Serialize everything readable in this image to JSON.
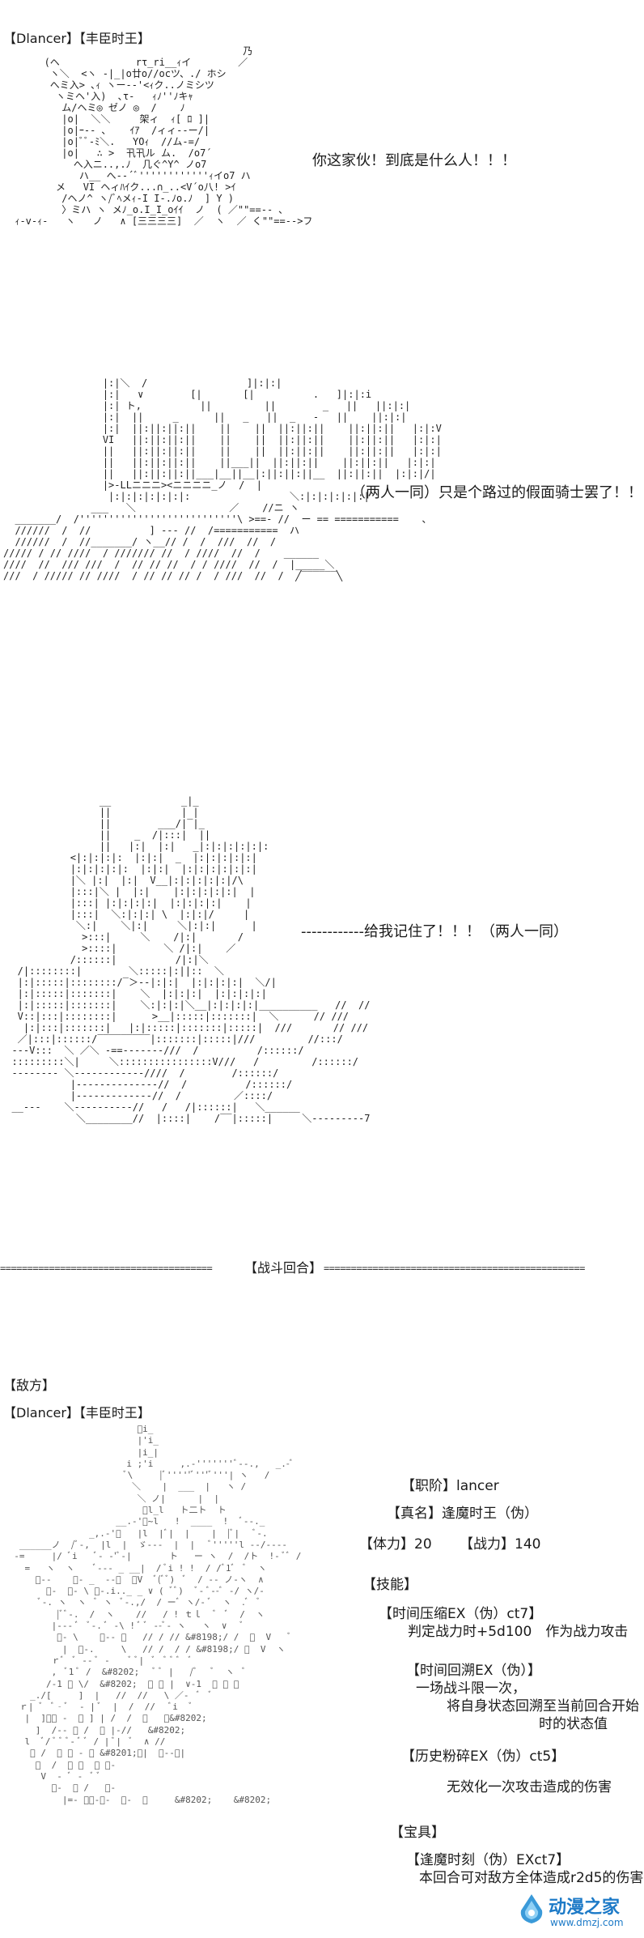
{
  "panel1": {
    "header": "【Dlancer】【丰臣时王】",
    "dialogue": "你这家伙！到底是什么人！！！"
  },
  "panel2": {
    "dialogue": "（两人一同）只是个路过的假面骑士罢了！！！"
  },
  "panel3": {
    "dialogue": "------------给我记住了！！！（两人一同）"
  },
  "battle_round": {
    "divider_left": "=======================================",
    "label": "【战斗回合】",
    "divider_right": "================================================"
  },
  "enemy_section": {
    "label": "【敌方】",
    "header": "【Dlancer】【丰臣时王】",
    "rank_label": "【职阶】lancer",
    "true_name_label": "【真名】逢魔时王（伪）",
    "hp_label": "【体力】20",
    "power_label": "【战力】140",
    "skills_label": "【技能】",
    "skill1_name": "【时间压缩EX（伪）ct7】",
    "skill1_desc": "判定战力时+5d100　作为战力攻击",
    "skill2_name": "【时间回溯EX（伪）】",
    "skill2_desc_1": "一场战斗限一次，",
    "skill2_desc_2": "将自身状态回溯至当前回合开始",
    "skill2_desc_3": "时的状态值",
    "skill3_name": "【历史粉碎EX（伪）ct5】",
    "skill3_desc": "无效化一次攻击造成的伤害",
    "np_label": "【宝具】",
    "np_name": "【逢魔时刻（伪）EXct7】",
    "np_desc": "本回合可对敌方全体造成r2d5的伤害"
  },
  "watermark": {
    "name": "动漫之家",
    "url": "www.dmzj.com",
    "brand_color": "#1d7ac7"
  },
  "art": {
    "aa1": "                                         乃\n       (ヘ             rτ_ri__ｨイ        ／\n        ヽ＼  <ヽ -|_|o廿o//ocツ、./ ホシ\n        へミ入> ､ｨ ヽー-‐'<ｨク..ノミシツ\n         ヽミヘ'入)  ､τ-   ｨﾉ''ﾉキｬ\n          ム/ヘミ◎ ゼノ ◎  /    ﾉ\n          |o|  ＼＼     架ィ  ｨ[ ﾛ ]|\n          |o|ｰ‐- ､    ｲｱ  /ィィ-‐ー/|\n          |o|ﾞﾞ-ﾐ＼.   YOｨ  //ム-=/\n          |o|   ∴ >  卂卂ル ム.  /o7´\n            へ入ニ..,.ﾉ  几ぐ^Y^ ノo7\n             ハ__ へ-‐´ﾞ''''''''''''ｨイo7 ハ\n         メ   VI ヘィﾊｲク...∩_..<V´o八! >ｲ\n          /ヘノ^ ヽ/ﾞﾍメｨ-I I-.ﾉo.ﾉ  ] Y )\n          〉ミハ ヽ メﾉ_o.I_I_oｲｲ  ノ  ( ／\"\"==-- ､\n  ｨ-v-ｨ-   ヽ   ノ   ∧ [三三三三]  ／  ヽ  ／ く\"\"==-->フ",
    "aa2": "                 |:|＼  /                 ]|:|:|\n                 |:|   ∨        [|       [|          .   ]|:|:i\n                 |:| ト,          ||         ||        _   ||   ||:|:|\n                 |:|  ||     _      ||   _   ||  _   -   ||    ||:|:|\n                 |:|  ||:||:||:||    ||    ||  ||:||:||    ||:||:||   |:|:V\n                 VI   ||:||:||:||    ||    ||  ||:||:||    ||:||:||   |:|:|\n                 ||   ||:||:||:||    ||    ||  ||:||:||    ||:||:||   |:|:|\n                 ||   ||:||:||:||    ||___||  ||:||:||    ||:||:||   |:|:|\n                 ||   ||:||:||:||___|__||__|:||:||:||__  ||:||:||  |:|:|/|\n                 |>-LLニニニ><ニニニニ_ノ  /  |\n                  |:|:|:|:|:|:|:                 ＼:|:|:|:|:|:|\n               ___   ＼                ／    //ニ ヽ\n  _______/  /'''''''''''''''''''''''''''\\ >==- //  ー == ===========    ､\n  //////  /  //          ] --- //  /===========  ハ\n  //////  /  //_______/ ヽ__// /  /  ///  //  /\n///// / // ////  / /////// //  / ////  //  /    ______\n////  //  /// ///  /  // // //  / / ////  //  /  |_____＼\n///  / ///// // ////  / // // // /  / ///  //  /  ╱‾‾‾‾‾‾╲",
    "aa3": "                 __            _|_\n                 ||            | |\n                 ||        ___/|‾|_\n                 ||    _  /|:::|  ||\n                 ||   |:|  |:|   _|:|:|:|:|:|:\n            <|:|:|:|:  |:|:|  _  |:|:|:|:|:|\n            |:|:|:|:|:  |:|:|  |:|:|:|:|:|:|\n            |＼ |:|  |:|  V__|:|:|:|:|:|/\\\n            |:::|＼ |  |:|    |:|:|:|:|:|  |\n            |:::| |:|:|:|:|  |:|:|:|:|    |\n            |:::|  ＼:|:|:| \\  |:|:|/     |\n             ＼:|    ＼|:|     ＼|:|:|      |\n              >:::|     ＼    /|:|       /\n              >::::|        ＼ /|:|    ／\n            /::::::|          /|:|＼\n   /|::::::::|        ＼:::::|:||::  ＼\n   |:|:::::|::::::::/‾＞--|:|:|  |:|:|:|:|  ＼/|\n   |:|:::::|:::::::|    ＼  |:|:|:|  |:|:|:|:|\n   |:|:::::|:::::::|    ＼:|:|:|＼__|:|:|:|:|__________   //  //\n   V::|:::|::::::::|      >__|:::::|:::::::|  ＼      // ///\n    |:|:::|:::::::|   |:|:::::|:::::::|:::::|  ///       // ///\n   ／|:::|::::::/‾‾‾‾‾‾‾‾‾|:::::::|:::::|///         //:::/\n  ‐‐‐V:::  ＼ ／＼ -==-------///  /          /::::::/\n  :::::::::＼|     ＼::::::::::::::::V///   /         /::::::/\n  ‐‐‐‐‐‐‐‐ ＼‐‐‐‐‐‐‐‐‐‐‐‐////  /        /::::::/\n            |‐‐‐‐‐‐‐‐‐‐‐‐‐‐//  /          /::::::/\n            |‐‐‐‐‐‐‐‐‐‐‐‐‐//  /         ／::::/\n  __‐‐‐    ＼‐‐‐‐‐‐‐‐‐‐//   /   /|::::::|   ＼______\n             ＼________//  |::::|    /‾‾|:::::|     ＼‐‐‐‐‐‐‐‐‐7",
    "aa4": "                         ﾞi_\n                         |'i_\n                         |i_|\n                       i ;'i     ,.‐'''''''ﾞ‐‐.,   _.-ﾞ\n                       ﾞ\\     |ﾞ'''''ﾞ'''ﾞ'''| ヽ   /\n                        ＼    |  ___  |   ヽ /\n                         ＼ ノ|      |  |\n                          ﾞl_l   ト二ト  ト\n                     __.-'ﾞ~l   !  ____  !  ﾞ‐‐._\n                _,.-'ﾞ   |l  |ﾞ|  |    |  |ﾞ|   ﾞ‐.\n   ______ノ  /ﾞ‐,  |l  |  ゞ‐‐‐  |  |   ﾞ'''''l ‐‐/‐‐‐‐\n  -=     |/ ﾞi   ﾞ‐ ‐'ﾞ‐|       ト   ー ヽ  /  /ト  !- ﾞﾞ /\n    =   ヽ  ヽ    ﾞ‐‐‐ _ __|  / ﾞi ! !  / /ﾞ1ﾞ  ﾞ  ヽ\n      ﾞ‐‐    ﾞ‐ _  ‐-ﾞ  ﾞV  ﾞ(ﾞﾞ)  ﾞ  / ‐‐ ノ‐ヽ  ∧\n        ﾞ‐  ﾞ‐ \\ ﾞ-.i.._ _ ∨ ( ﾞﾞ)  ﾞ‐ ﾞ--ﾞ ‐/ ヽ/‐\n       ﾞ‐. ヽ  ヽ  ﾞ ヽ  ﾞ‐.,/  / ーﾞ ヽ/‐ ﾞ  ヽ  .ﾞ  ﾞ\n          |ﾞﾞ‐.  /  ヽ    //   / ! ｔｌ  ﾞ  ﾞ  /  ヽ\n         |‐-- ﾞ  ﾞ‐. ﾞ ‐\\ ! ﾞ ﾞ ‐-ﾞ‐ ヽ   ヽ  ∨   ﾞ\n          ﾞ‐ \\    ﾞ‐- ﾞ   // / // &#8198;/ /  ﾞ  V   ﾞ\n           |  ﾞ-.     \\   // /  / / &#8198;/ ﾞ  V  ヽ\n         ｒﾞ  ﾞ ‐‐ ﾞ ‐    ﾞ ﾞ|  ﾞ  ﾞ ﾞ ﾞ  ﾞ\n         ,  ﾞ1 ﾞ /  &#8202;   ﾞ ﾞ |   /ﾞ   ﾞ  ヽ  ﾞ\n        /‐1 ﾞ \\/  &#8202;  ﾞ ﾞ |  ∨‐1  ﾞ ﾞ ﾞ\n     _./[     ]  |   //  //   \\ ／‐  ﾞ  ﾞ\n   ｒ| ﾞ  ﾞ‐ﾞ  ‐ | ﾞ  |  /  //   ﾞi  ﾞ\n    |  ]ﾞﾞ ‐  ﾞ ] | /  /  ﾞ   ﾞ&#8202;\n      ]  /‐‐ ﾞ /  ﾞ |-//   &#8202;\n    l  ﾞ/ ﾞ ﾞ ﾞ‐ ﾞ ﾞ / | ﾞ|  ﾞ  ∧ //\n     ﾞ /  ﾞ ﾞ ‐ ﾞ &#8201;ﾞ|  ﾞ‐‐ﾞ|\n      ﾞ  /  ﾞ ﾞ  ﾞ ﾞ‐\n       V  ‐ ﾞ ‐  ﾞ ﾞ\n         ﾞ‐  ﾞ /   ﾞ‐\n           |=‐ ﾞﾞ‐ﾞ‐  ﾞ‐  ﾞ     &#8202;    &#8202;"
  }
}
